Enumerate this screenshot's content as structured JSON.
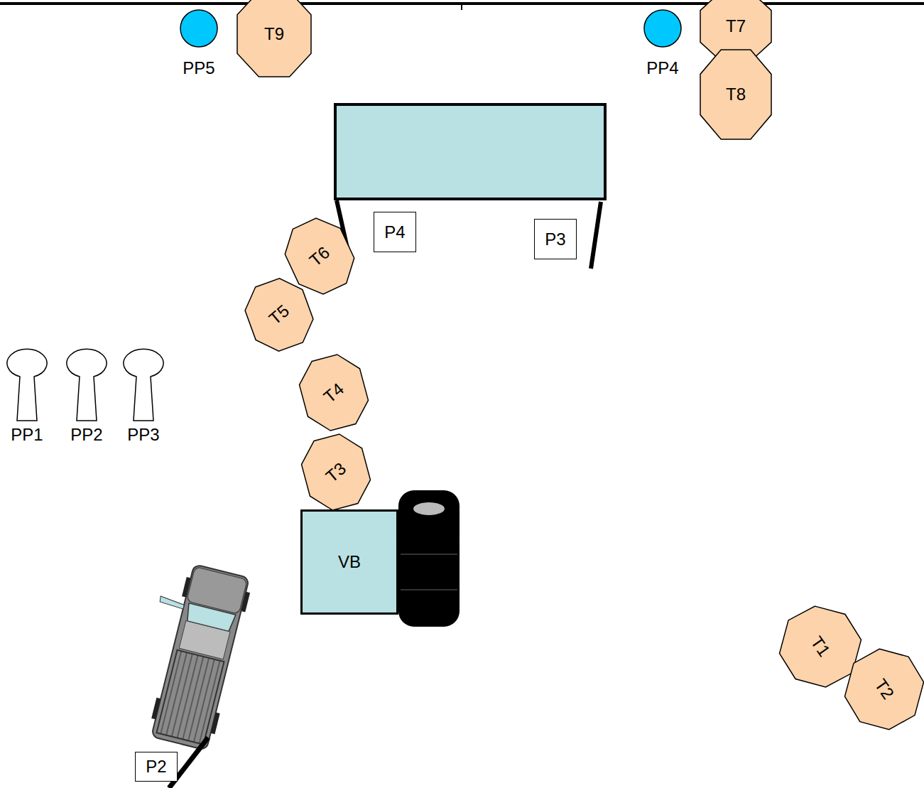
{
  "diagram": {
    "nodes": [
      {
        "text": [
          "PP5"
        ]
      },
      {
        "text": [
          "T9"
        ]
      },
      {
        "text": [
          "PP4"
        ]
      },
      {
        "text": [
          "T7"
        ]
      },
      {
        "text": [
          "T8"
        ]
      },
      {
        "text": [
          "P4"
        ]
      },
      {
        "text": [
          "P3"
        ]
      },
      {
        "text": [
          "T6"
        ]
      },
      {
        "text": [
          "T5"
        ]
      },
      {
        "text": [
          "PP1"
        ]
      },
      {
        "text": [
          "PP2"
        ]
      },
      {
        "text": [
          "PP3"
        ]
      },
      {
        "text": [
          "T4"
        ]
      },
      {
        "text": [
          "T3"
        ]
      },
      {
        "text": [
          "VB"
        ]
      },
      {
        "text": [
          "T1"
        ]
      },
      {
        "text": [
          "T2"
        ]
      },
      {
        "text": [
          "P2"
        ]
      }
    ]
  }
}
